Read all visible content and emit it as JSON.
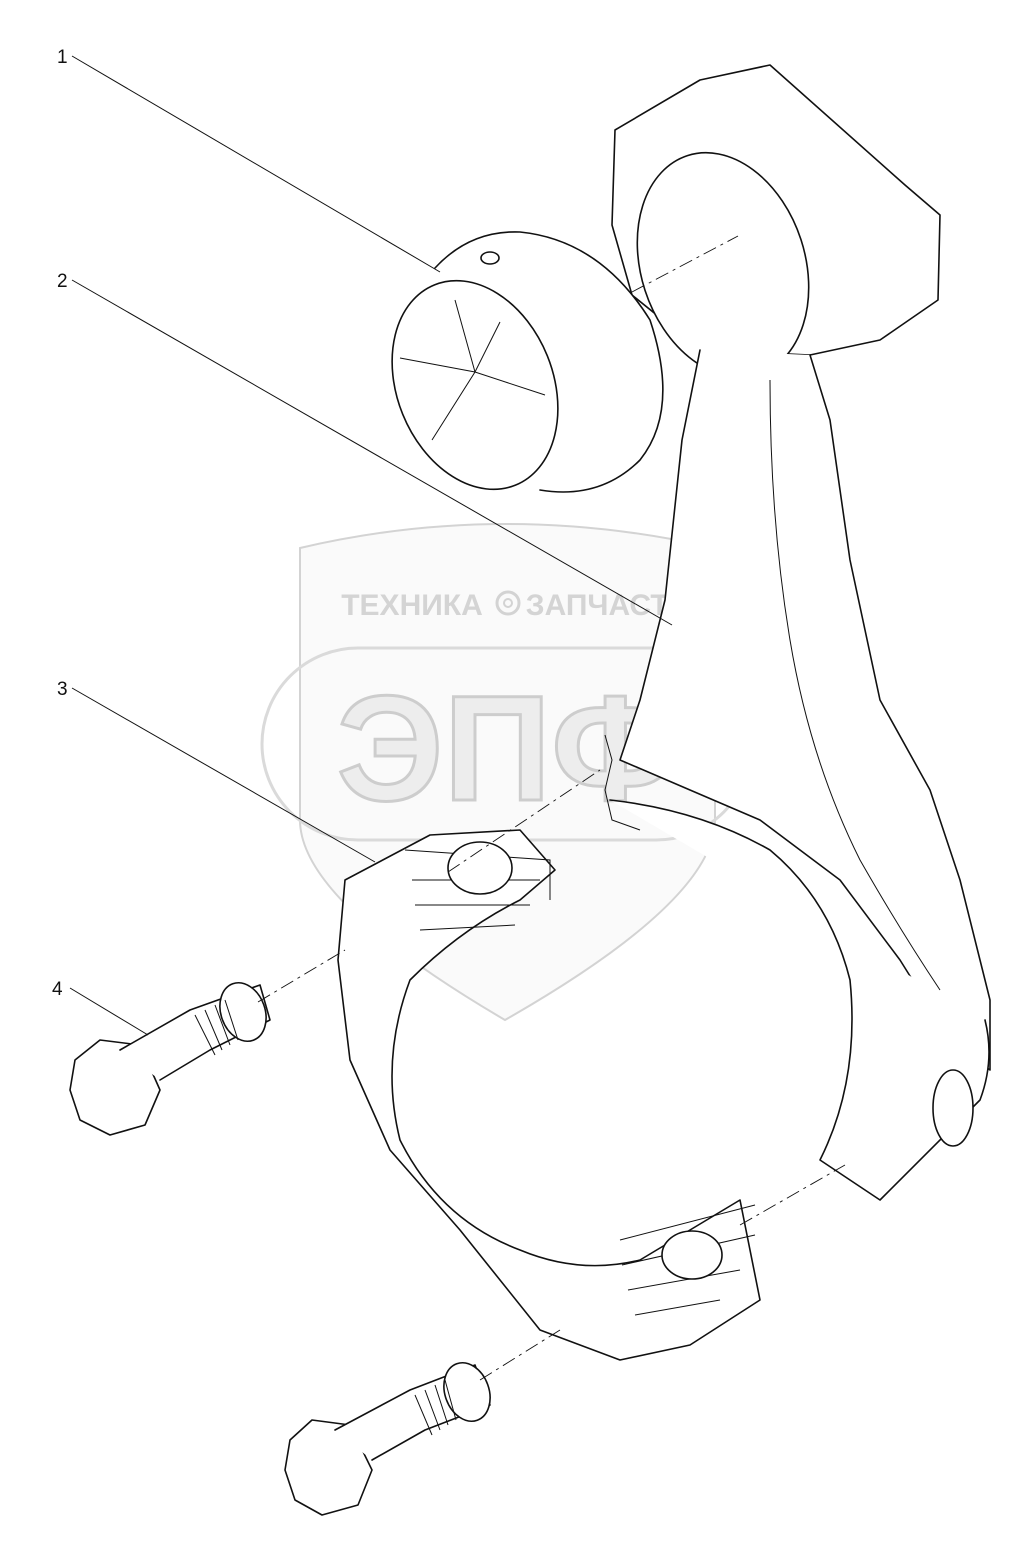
{
  "callouts": [
    {
      "id": "1",
      "label": "1"
    },
    {
      "id": "2",
      "label": "2"
    },
    {
      "id": "3",
      "label": "3"
    },
    {
      "id": "4",
      "label": "4"
    }
  ],
  "watermark": {
    "line1_left": "ТЕХНИКА",
    "line1_right": "ЗАПЧАСТИ",
    "logo": "ЭПФ",
    "gear_icon": "gear-icon"
  }
}
